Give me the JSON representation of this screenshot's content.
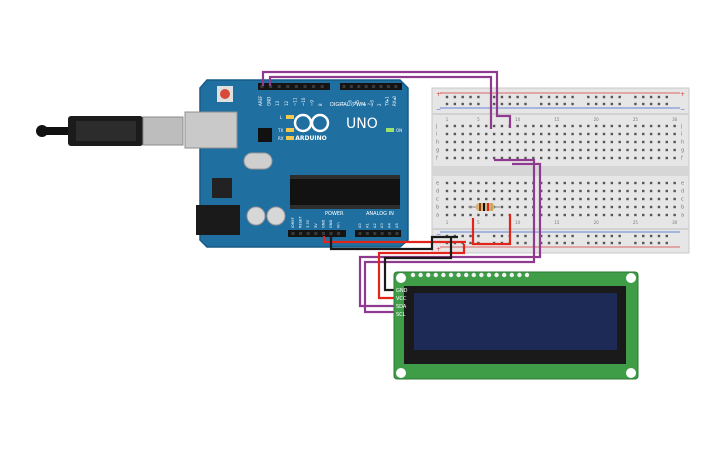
{
  "arduino": {
    "logo_text": "ARDUINO",
    "model": "UNO",
    "on_label": "ON",
    "led_l": "L",
    "led_tx": "TX",
    "led_rx": "RX",
    "digital_label": "DIGITAL (PWM ~)",
    "power_label": "POWER",
    "analog_label": "ANALOG IN",
    "top_header_labels": [
      "AREF",
      "GND",
      "13",
      "12",
      "~11",
      "~10",
      "~9",
      "8",
      "7",
      "~6",
      "~5",
      "4",
      "~3",
      "2",
      "TX▸1",
      "RX◂0"
    ],
    "power_pins": [
      "IOREF",
      "RESET",
      "3.3V",
      "5V",
      "GND",
      "GND",
      "Vin"
    ],
    "analog_pins": [
      "A0",
      "A1",
      "A2",
      "A3",
      "A4",
      "A5"
    ]
  },
  "breadboard": {
    "row_letters_top": [
      "j",
      "i",
      "h",
      "g",
      "f"
    ],
    "row_letters_bottom": [
      "e",
      "d",
      "c",
      "b",
      "a"
    ],
    "plus": "+",
    "minus": "−",
    "column_numbers": [
      "1",
      "",
      "",
      "",
      "5",
      "",
      "",
      "",
      "",
      "10",
      "",
      "",
      "",
      "",
      "15",
      "",
      "",
      "",
      "",
      "20",
      "",
      "",
      "",
      "",
      "25",
      "",
      "",
      "",
      "",
      "30"
    ]
  },
  "lcd": {
    "pins": [
      "GND",
      "VCC",
      "SDA",
      "SCL"
    ]
  },
  "colors": {
    "arduino_board": "#1f6fa0",
    "wire_purple": "#8e3a8e",
    "wire_red": "#e3241b",
    "wire_black": "#1a1a1a",
    "lcd_pcb": "#3f9d48",
    "lcd_screen": "#1c2a55"
  }
}
